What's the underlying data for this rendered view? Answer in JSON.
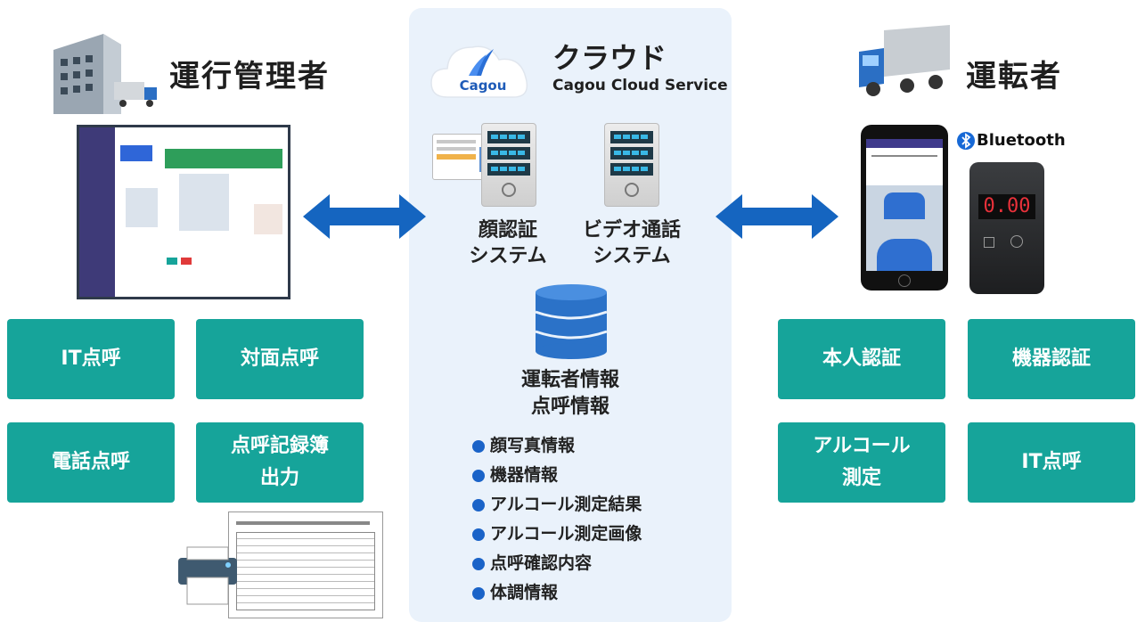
{
  "left": {
    "title": "運行管理者",
    "buttons": [
      "IT点呼",
      "対面点呼",
      "電話点呼",
      "点呼記録簿\n出力"
    ]
  },
  "center": {
    "cloud_logo_text": "Cagou",
    "title": "クラウド",
    "subtitle": "Cagou Cloud Service",
    "systems": [
      "顔認証\nシステム",
      "ビデオ通話\nシステム"
    ],
    "info_title": "運転者情報\n点呼情報",
    "info_items": [
      "顔写真情報",
      "機器情報",
      "アルコール測定結果",
      "アルコール測定画像",
      "点呼確認内容",
      "体調情報"
    ]
  },
  "right": {
    "title": "運転者",
    "bluetooth_label": "Bluetooth",
    "device_reading": "0.00",
    "buttons": [
      "本人認証",
      "機器認証",
      "アルコール\n測定",
      "IT点呼"
    ]
  },
  "colors": {
    "teal": "#16a49a",
    "arrow_blue": "#1565c0",
    "panel_bg": "#eaf2fb",
    "bullet_blue": "#1a63c8"
  },
  "icons": [
    "office-building-icon",
    "truck-icon",
    "cloud-icon",
    "server-icon",
    "database-icon",
    "printer-icon",
    "bluetooth-icon",
    "breathalyzer-device-icon",
    "smartphone-icon"
  ]
}
